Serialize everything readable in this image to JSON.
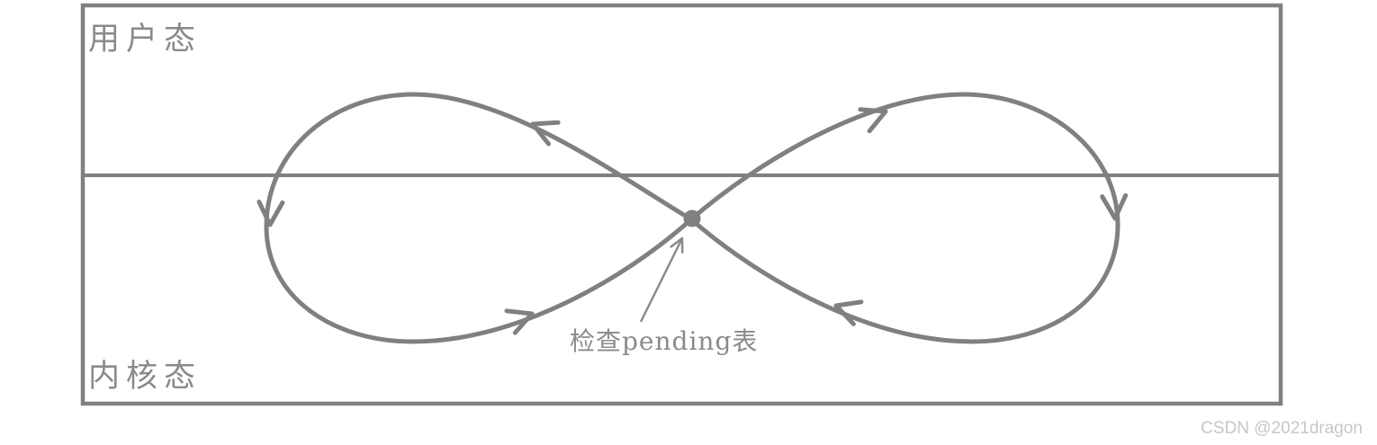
{
  "diagram": {
    "user_mode_label": "用户态",
    "kernel_mode_label": "内核态",
    "annotation_label": "检查pending表",
    "colors": {
      "line": "#808080",
      "label_text": "#8a8a8a",
      "dot": "#808080",
      "watermark": "#c7c7c7",
      "background": "#ffffff"
    }
  },
  "watermark": "CSDN @2021dragon"
}
